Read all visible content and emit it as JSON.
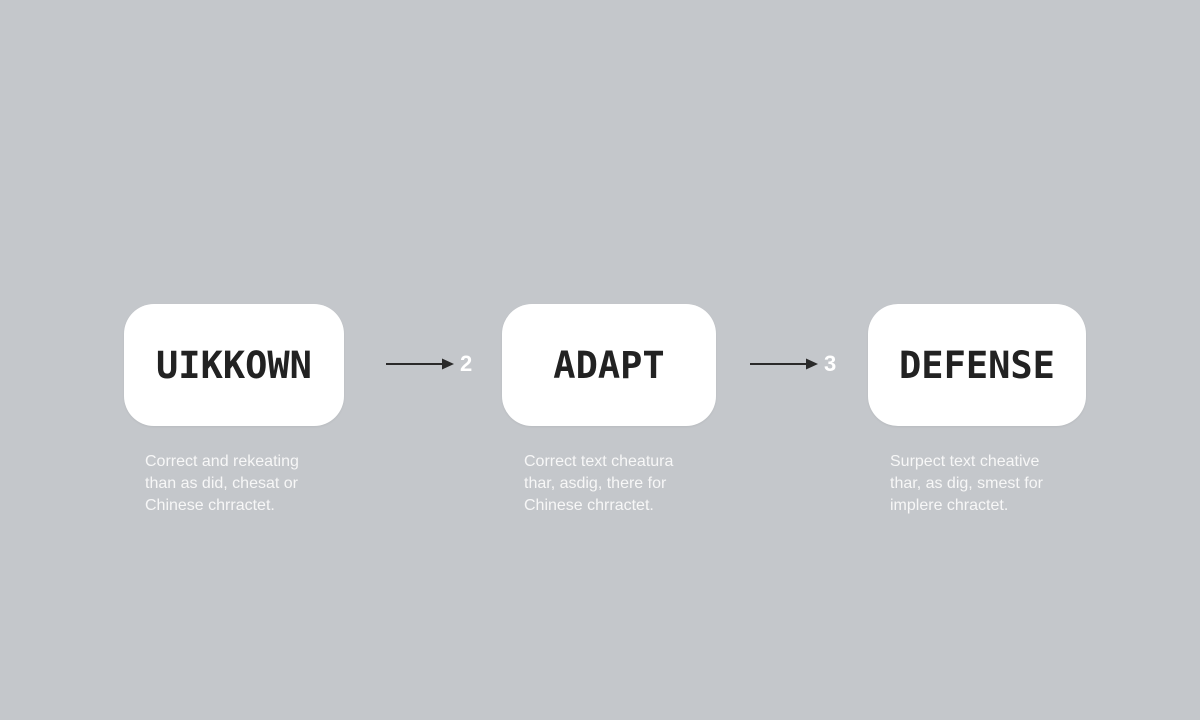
{
  "steps": [
    {
      "title": "UIKKOWN",
      "description": [
        "Correct and rekeating",
        "than as did, chesat or",
        "Chinese chrractet."
      ]
    },
    {
      "title": "ADAPT",
      "description": [
        "Correct text cheatura",
        "thar, asdig, there for",
        "Chinese chrractet."
      ]
    },
    {
      "title": "DEFENSE",
      "description": [
        "Surpect text cheative",
        "thar, as dig, smest for",
        "implere chractet."
      ]
    }
  ],
  "connectors": [
    {
      "step_number": "2",
      "icon": "right-arrow-icon"
    },
    {
      "step_number": "3",
      "icon": "right-arrow-icon"
    }
  ],
  "colors": {
    "background": "#c4c7cb",
    "card": "#ffffff",
    "card_text": "#222222",
    "description_text": "#f7f7f7",
    "arrow": "#2a2a2a",
    "step_number": "#ffffff"
  }
}
